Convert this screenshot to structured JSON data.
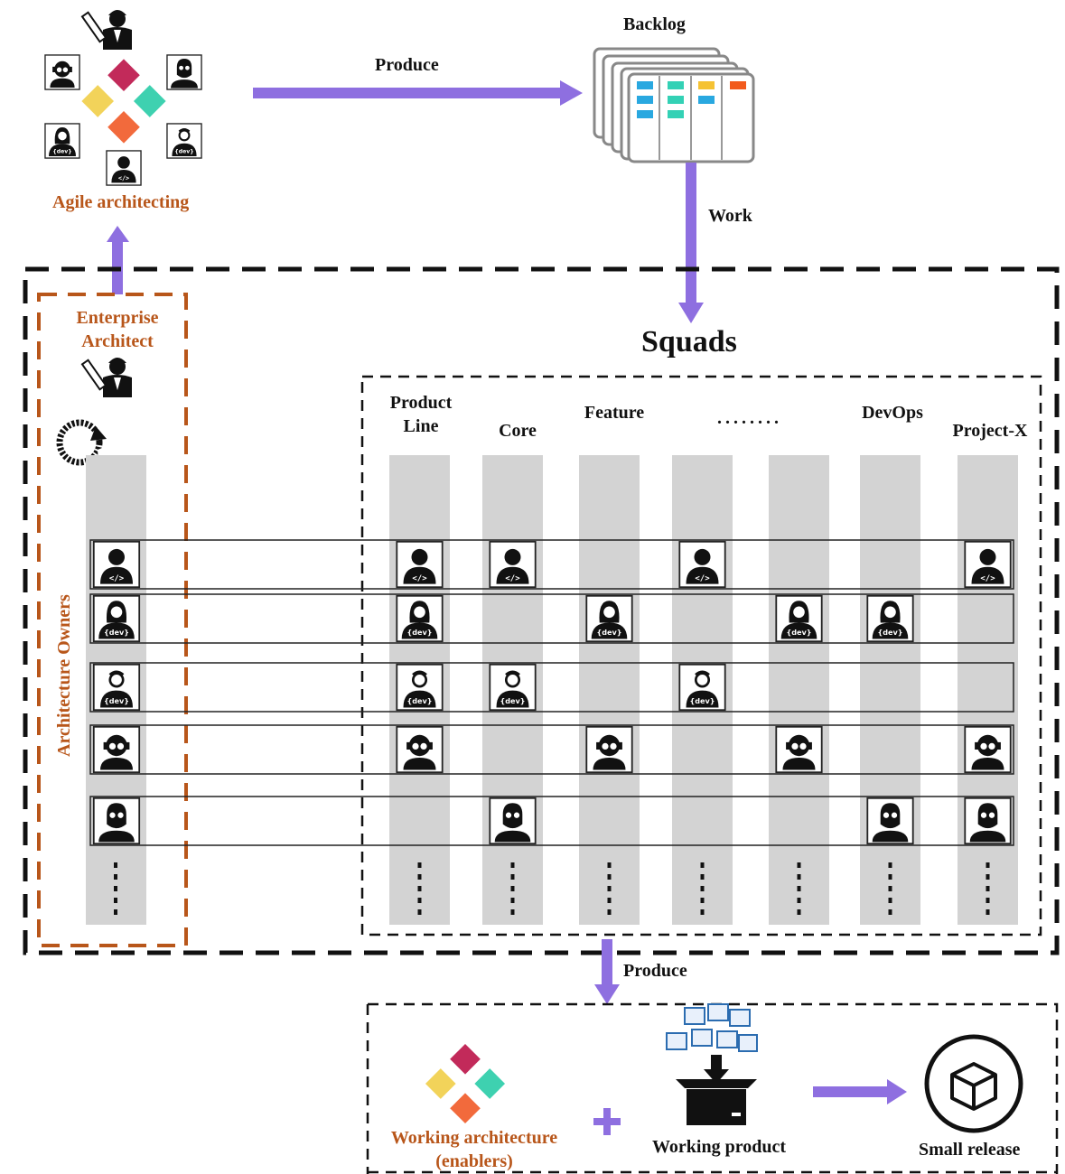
{
  "labels": {
    "backlog": "Backlog",
    "produce_top": "Produce",
    "work": "Work",
    "agile_architecting": "Agile architecting",
    "enterprise_architect_line1": "Enterprise",
    "enterprise_architect_line2": "Architect",
    "squads": "Squads",
    "architecture_owners": "Architecture Owners",
    "produce_bottom": "Produce",
    "working_architecture_line1": "Working architecture",
    "working_architecture_line2": "(enablers)",
    "working_product": "Working product",
    "small_release": "Small release"
  },
  "squads": [
    {
      "line1": "Product",
      "line2": "Line"
    },
    {
      "line1": "Core",
      "line2": ""
    },
    {
      "line1": "Feature",
      "line2": ""
    },
    {
      "line1": "........",
      "line2": ""
    },
    {
      "line1": "",
      "line2": ""
    },
    {
      "line1": "DevOps",
      "line2": ""
    },
    {
      "line1": "Project-X",
      "line2": ""
    }
  ],
  "roles": [
    {
      "icon": "developer-code-icon",
      "tag": "</>",
      "members": [
        0,
        1,
        3,
        6
      ]
    },
    {
      "icon": "female-developer-icon",
      "tag": "{dev}",
      "members": [
        0,
        2,
        4,
        5
      ]
    },
    {
      "icon": "male-developer-icon",
      "tag": "{dev}",
      "members": [
        0,
        1,
        3
      ]
    },
    {
      "icon": "headset-developer-icon",
      "tag": "",
      "members": [
        0,
        2,
        4,
        6
      ]
    },
    {
      "icon": "bearded-developer-icon",
      "tag": "",
      "members": [
        1,
        5,
        6
      ]
    }
  ],
  "colors": {
    "arrow": "#8e6fe0",
    "orange": "#b8561a",
    "column": "#d3d3d3",
    "puzzle_red": "#c22a5a",
    "puzzle_yellow": "#f2d35a",
    "puzzle_teal": "#3ed1b0",
    "puzzle_orange": "#f26a3c"
  }
}
